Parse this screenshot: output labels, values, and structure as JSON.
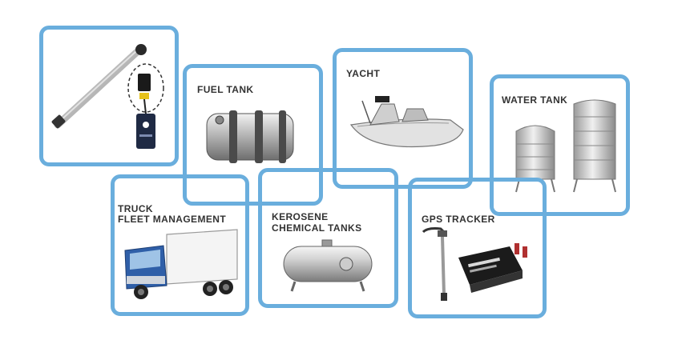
{
  "accent_color": "#6aaedd",
  "cards": {
    "sensor": {
      "icon": "fuel-level-sensor-icon"
    },
    "fuel_tank": {
      "label": "FUEL TANK",
      "icon": "fuel-tank-icon"
    },
    "yacht": {
      "label": "YACHT",
      "icon": "yacht-icon"
    },
    "water_tank": {
      "label": "WATER TANK",
      "icon": "water-tank-icon"
    },
    "truck": {
      "label_line1": "TRUCK",
      "label_line2": "FLEET MANAGEMENT",
      "icon": "truck-icon"
    },
    "kerosene": {
      "label_line1": "KEROSENE",
      "label_line2": "CHEMICAL TANKS",
      "icon": "chemical-tank-icon"
    },
    "gps": {
      "label": "GPS TRACKER",
      "icon": "gps-tracker-icon"
    }
  }
}
